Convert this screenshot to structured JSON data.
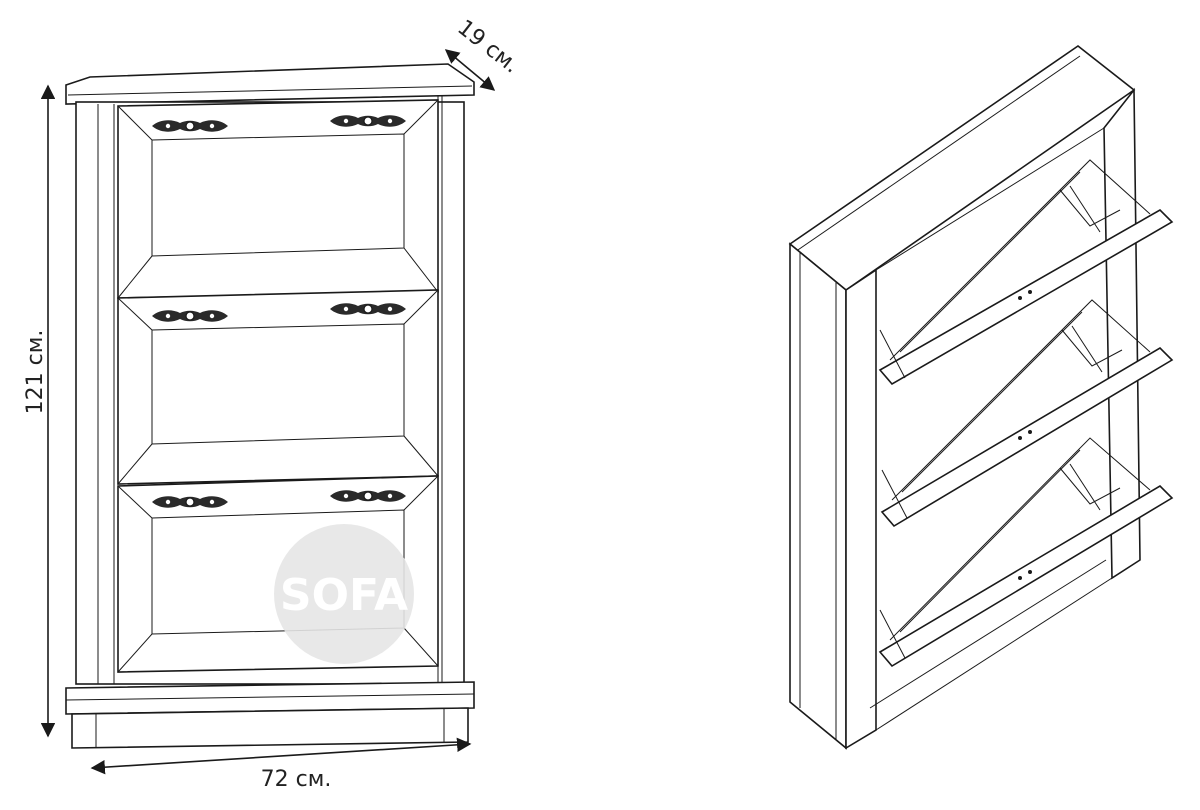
{
  "dimensions": {
    "height_label": "121 см.",
    "width_label": "72 см.",
    "depth_label": "19 см."
  },
  "watermark": {
    "text": "SOFA"
  },
  "colors": {
    "line": "#1a1a1a",
    "watermark": "#e6e6e6",
    "background": "#ffffff"
  }
}
